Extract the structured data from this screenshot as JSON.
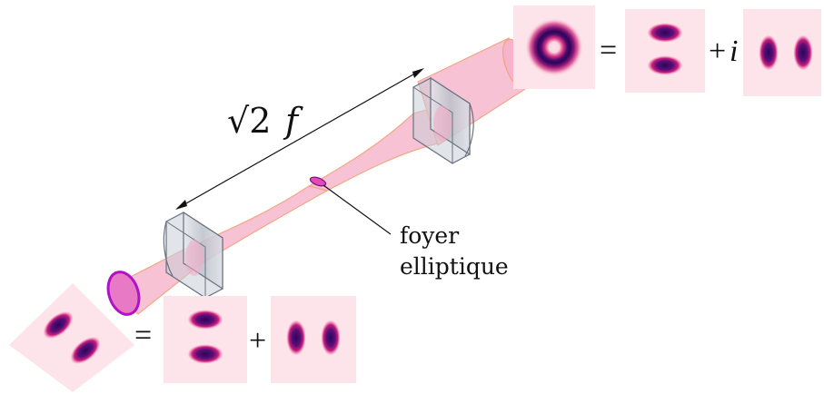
{
  "distance_label": "√2",
  "distance_symbol": "f",
  "focus_label_line1": "foyer",
  "focus_label_line2": "elliptique",
  "top_equation": {
    "equals": "=",
    "plus": "+",
    "imaginary": "i"
  },
  "bottom_equation": {
    "equals": "=",
    "plus": "+"
  },
  "colors": {
    "beam_fill": "#f9c6d8",
    "beam_edge": "#f2a37f",
    "mode_color": "#2a0658",
    "mode_mid": "#c81d7a",
    "lens_fill": "#c9cdd6",
    "input_face": "#e879c4",
    "input_face_stroke": "#b012c4"
  }
}
